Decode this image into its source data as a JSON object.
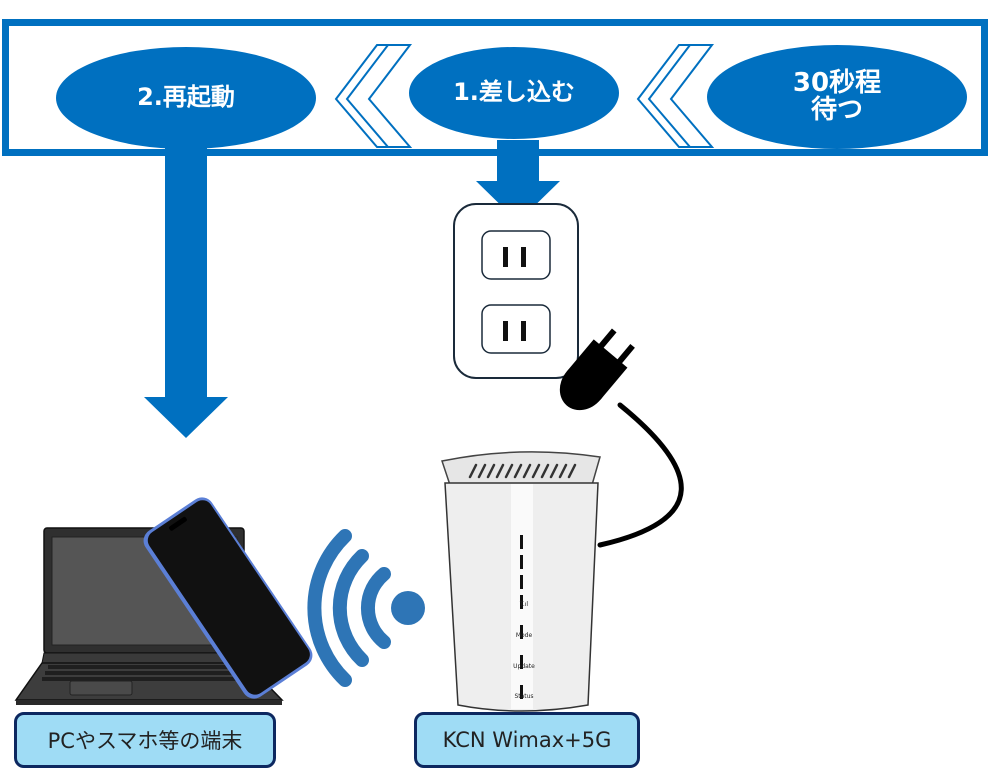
{
  "flow": {
    "steps": [
      {
        "id": "restart",
        "label": "2.再起動"
      },
      {
        "id": "plug-in",
        "label": "1.差し込む"
      },
      {
        "id": "wait",
        "label": "30秒程\n待つ"
      }
    ],
    "direction": "right-to-left",
    "accent_color": "#0070c0"
  },
  "devices": {
    "client_label": "PCやスマホ等の端末",
    "router_label": "KCN Wimax+5G",
    "router_indicators": [
      "T.ıl",
      "Mode",
      "Update",
      "Status"
    ]
  },
  "colors": {
    "primary_blue": "#0070c0",
    "label_fill": "#9fdcf5",
    "label_border": "#0d2860",
    "wifi_blue": "#2e75b6"
  }
}
